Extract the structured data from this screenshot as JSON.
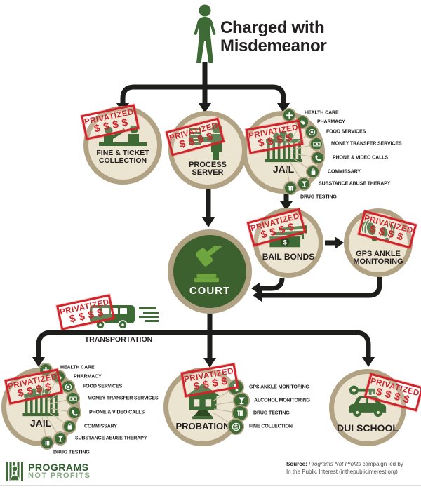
{
  "header": {
    "title_line1": "Charged with",
    "title_line2": "Misdemeanor"
  },
  "stamp": {
    "word": "PRIVATIZED",
    "dollars": "$$$$"
  },
  "icons": {
    "dollar": "$"
  },
  "nodes": {
    "fine_ticket": {
      "label_line1": "FINE & TICKET",
      "label_line2": "COLLECTION"
    },
    "process_server": {
      "label_line1": "PROCESS",
      "label_line2": "SERVER"
    },
    "jail_top": {
      "label": "JAIL",
      "services": [
        "HEALTH CARE",
        "PHARMACY",
        "FOOD SERVICES",
        "MONEY TRANSFER SERVICES",
        "PHONE & VIDEO CALLS",
        "COMMISSARY",
        "SUBSTANCE ABUSE THERAPY",
        "DRUG TESTING"
      ]
    },
    "bail_bonds": {
      "label": "BAIL BONDS"
    },
    "gps_ankle": {
      "label_line1": "GPS ANKLE",
      "label_line2": "MONITORING"
    },
    "court": {
      "label": "COURT"
    },
    "transportation": {
      "label": "TRANSPORTATION"
    },
    "jail_bottom": {
      "label": "JAIL",
      "services": [
        "HEALTH CARE",
        "PHARMACY",
        "FOOD SERVICES",
        "MONEY TRANSFER SERVICES",
        "PHONE & VIDEO CALLS",
        "COMMISSARY",
        "SUBSTANCE ABUSE THERAPY",
        "DRUG TESTING"
      ]
    },
    "probation": {
      "label": "PROBATION",
      "services": [
        "GPS ANKLE MONITORING",
        "ALCOHOL MONITORING",
        "DRUG TESTING",
        "FINE COLLECTION"
      ]
    },
    "dui_school": {
      "label": "DUI SCHOOL"
    }
  },
  "footer": {
    "logo_line1": "PROGRAMS",
    "logo_line2": "NOT PROFITS",
    "source_bold": "Source:",
    "source_italic": "Programs Not Profits",
    "source_rest": " campaign led by",
    "source_line2": "In the Public Interest (inthepublicinterest.org)"
  },
  "colors": {
    "green": "#3d6a35",
    "light_green": "#6fa53f",
    "court_green": "#3c612e",
    "tan": "#b2a284",
    "beige": "#ebe4d1",
    "stamp_red": "#d2232a",
    "arrow": "#1d1d1b"
  }
}
